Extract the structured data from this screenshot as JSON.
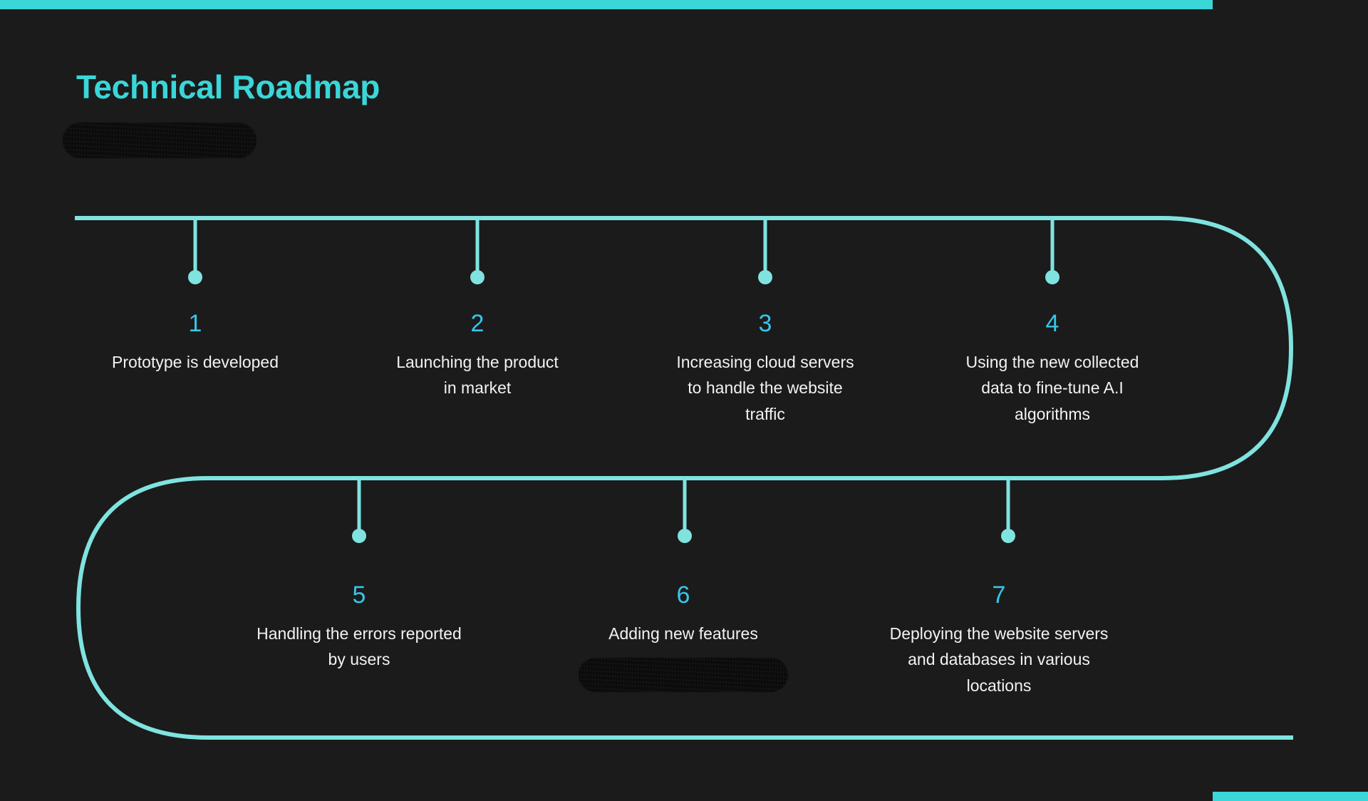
{
  "slide": {
    "title": "Technical Roadmap",
    "background_color": "#1b1b1b",
    "accent_color": "#3ad6d8",
    "number_color": "#35c6ea",
    "text_color": "#f2f2f2"
  },
  "decor": {
    "top_bar_label": "accent-bar-top",
    "bottom_bar_label": "accent-bar-bottom",
    "subtitle_redaction_label": "redacted-subtitle",
    "step6_redaction_label": "redacted-note"
  },
  "timeline": {
    "path_label": "serpentine-timeline-path",
    "steps": [
      {
        "number": "1",
        "text": "Prototype is developed"
      },
      {
        "number": "2",
        "text": "Launching the product in market"
      },
      {
        "number": "3",
        "text": "Increasing cloud servers to handle the website traffic"
      },
      {
        "number": "4",
        "text": "Using the new collected data to fine-tune A.I algorithms"
      },
      {
        "number": "5",
        "text": "Handling the errors reported by users"
      },
      {
        "number": "6",
        "text": "Adding new features"
      },
      {
        "number": "7",
        "text": "Deploying the website servers and databases in various locations"
      }
    ]
  }
}
